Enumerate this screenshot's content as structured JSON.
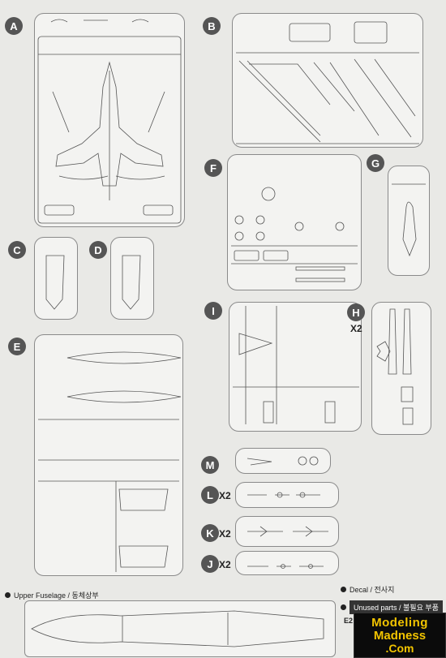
{
  "labels": {
    "A": "A",
    "B": "B",
    "C": "C",
    "D": "D",
    "E": "E",
    "F": "F",
    "G": "G",
    "H": "H",
    "I": "I",
    "J": "J",
    "K": "K",
    "L": "L",
    "M": "M"
  },
  "multipliers": {
    "H": "X2",
    "L": "X2",
    "K": "X2",
    "J": "X2"
  },
  "bottom": {
    "upper_fuselage": "Upper Fuselage / 동체상부",
    "decal": "Decal / 전사지",
    "unused_parts": "Unused parts / 불필요 부품",
    "code": "E2"
  },
  "logo": {
    "line1": "Modeling",
    "line2": "Madness",
    "line3": ".Com"
  },
  "colors": {
    "bubble": "#555555",
    "frame": "#8a8a8a",
    "logo_bg": "#0b0b0b",
    "logo_text": "#f2c400"
  }
}
